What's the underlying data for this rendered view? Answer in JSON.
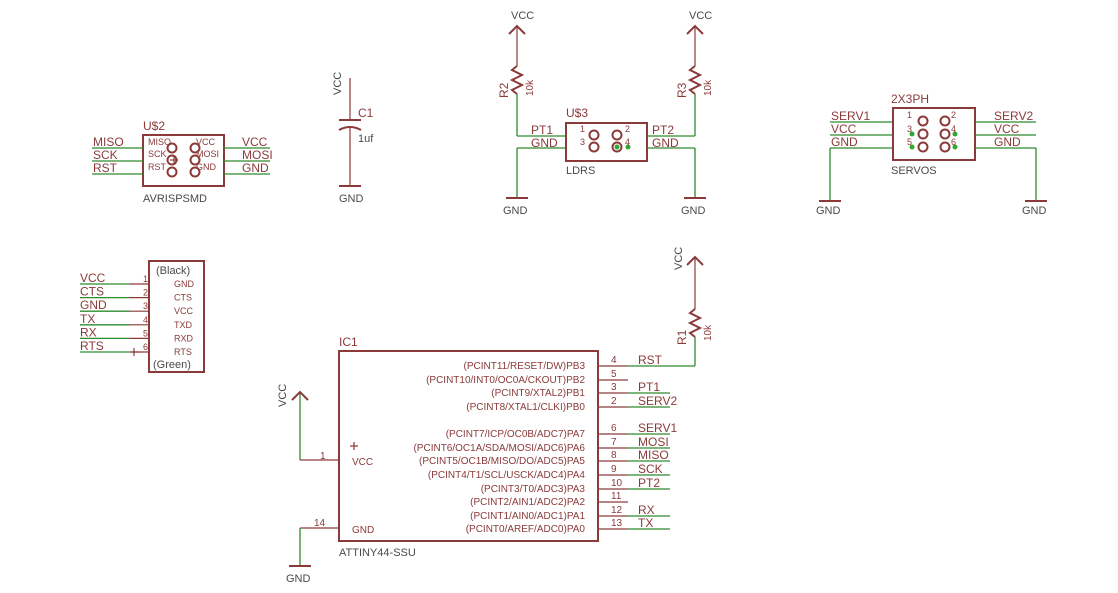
{
  "net_labels": {
    "miso": "MISO",
    "sck": "SCK",
    "rst": "RST",
    "vcc": "VCC",
    "mosi": "MOSI",
    "gnd": "GND",
    "pt1": "PT1",
    "pt2": "PT2",
    "serv1": "SERV1",
    "serv2": "SERV2",
    "cts": "CTS",
    "tx": "TX",
    "rx": "RX",
    "rts": "RTS"
  },
  "avrisp": {
    "name": "U$2",
    "value": "AVRISPSMD",
    "pin_miso": "MISO",
    "pin_sck": "SCK",
    "pin_rst": "RST",
    "pin_vcc": "VCC",
    "pin_mosi": "MOSI",
    "pin_gnd": "GND"
  },
  "c1": {
    "name": "C1",
    "value": "1uf"
  },
  "r1": {
    "name": "R1",
    "value": "10k"
  },
  "r2": {
    "name": "R2",
    "value": "10k"
  },
  "r3": {
    "name": "R3",
    "value": "10k"
  },
  "ldrs": {
    "name": "U$3",
    "value": "LDRS",
    "pin1": "1",
    "pin2": "2",
    "pin3": "3",
    "pin4": "4"
  },
  "servos": {
    "name": "2X3PH",
    "value": "SERVOS",
    "pin1": "1",
    "pin2": "2",
    "pin3": "3",
    "pin4": "4",
    "pin5": "5",
    "pin6": "6"
  },
  "ftdi": {
    "top": "(Black)",
    "bottom": "(Green)",
    "pins": [
      {
        "num": "1",
        "name": "GND"
      },
      {
        "num": "2",
        "name": "CTS"
      },
      {
        "num": "3",
        "name": "VCC"
      },
      {
        "num": "4",
        "name": "TXD"
      },
      {
        "num": "5",
        "name": "RXD"
      },
      {
        "num": "6",
        "name": "RTS"
      }
    ],
    "wires": [
      "VCC",
      "CTS",
      "GND",
      "TX",
      "RX",
      "RTS"
    ]
  },
  "ic1": {
    "name": "IC1",
    "value": "ATTINY44-SSU",
    "vcc_pin": "VCC",
    "gnd_pin": "GND",
    "vcc_num": "1",
    "gnd_num": "14",
    "pins": [
      {
        "label": "(PCINT11/RESET/DW)PB3",
        "num": "4",
        "net": "RST"
      },
      {
        "label": "(PCINT10/INT0/OC0A/CKOUT)PB2",
        "num": "5",
        "net": ""
      },
      {
        "label": "(PCINT9/XTAL2)PB1",
        "num": "3",
        "net": "PT1"
      },
      {
        "label": "(PCINT8/XTAL1/CLKI)PB0",
        "num": "2",
        "net": "SERV2"
      },
      {
        "label": "(PCINT7/ICP/OC0B/ADC7)PA7",
        "num": "6",
        "net": "SERV1"
      },
      {
        "label": "(PCINT6/OC1A/SDA/MOSI/ADC6)PA6",
        "num": "7",
        "net": "MOSI"
      },
      {
        "label": "(PCINT5/OC1B/MISO/DO/ADC5)PA5",
        "num": "8",
        "net": "MISO"
      },
      {
        "label": "(PCINT4/T1/SCL/USCK/ADC4)PA4",
        "num": "9",
        "net": "SCK"
      },
      {
        "label": "(PCINT3/T0/ADC3)PA3",
        "num": "10",
        "net": "PT2"
      },
      {
        "label": "(PCINT2/AIN1/ADC2)PA2",
        "num": "11",
        "net": ""
      },
      {
        "label": "(PCINT1/AIN0/ADC1)PA1",
        "num": "12",
        "net": "RX"
      },
      {
        "label": "(PCINT0/AREF/ADC0)PA0",
        "num": "13",
        "net": "TX"
      }
    ]
  }
}
